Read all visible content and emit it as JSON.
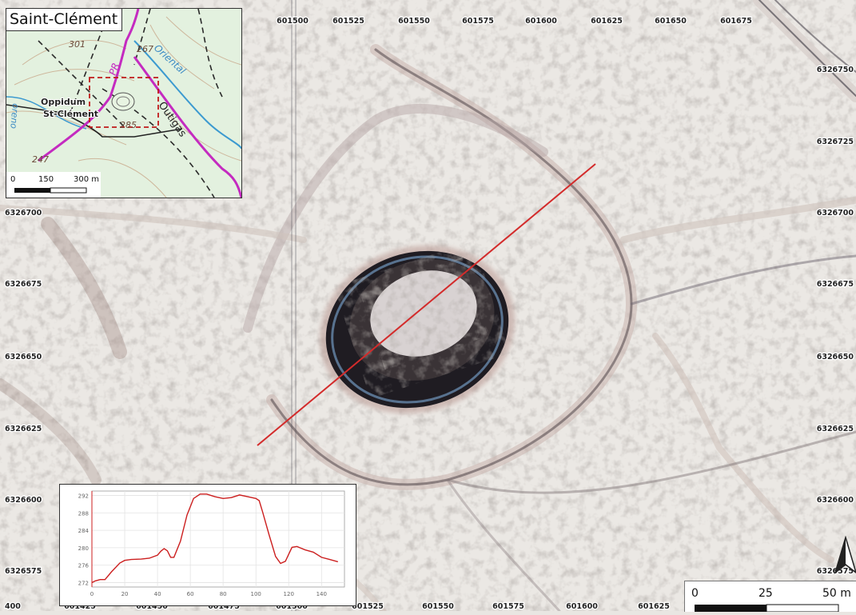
{
  "map": {
    "x_ticks": [
      "400",
      "601425",
      "601450",
      "601475",
      "601500",
      "601525",
      "601550",
      "601575",
      "601600",
      "601625"
    ],
    "top_ticks": [
      "601500",
      "601525",
      "601550",
      "601575",
      "601600",
      "601625",
      "601650",
      "601675"
    ],
    "right_ticks": [
      "6326750",
      "6326725",
      "6326700",
      "6326675",
      "6326650",
      "6326625",
      "6326600",
      "6326575"
    ],
    "left_ticks": [
      "6326700",
      "6326675",
      "6326650",
      "6326625",
      "6326600",
      "6326575"
    ]
  },
  "inset": {
    "title": "Saint-Clément",
    "labels": {
      "peak301": "301",
      "peak267": "267",
      "peak285": "285",
      "peak247": "247",
      "river": "Oriental",
      "road": "Outigas",
      "trail": "PR",
      "creek": "oreno",
      "site_line1": "Oppidum",
      "site_line2": "St-Clément"
    },
    "scale": [
      "0",
      "150",
      "300 m"
    ]
  },
  "profile": {
    "x_ticks": [
      "0",
      "20",
      "40",
      "60",
      "80",
      "100",
      "120",
      "140"
    ],
    "y_ticks": [
      "292",
      "288",
      "284",
      "280",
      "276",
      "272"
    ],
    "line_color": "#cc1f1f",
    "chart_data": {
      "type": "line",
      "xlim": [
        0,
        154
      ],
      "ylim": [
        271,
        293
      ],
      "x": [
        0,
        2,
        5,
        8,
        12,
        17,
        20,
        24,
        30,
        35,
        40,
        42,
        44,
        46,
        48,
        50,
        54,
        58,
        62,
        66,
        70,
        75,
        80,
        85,
        90,
        95,
        100,
        102,
        104,
        108,
        112,
        115,
        118,
        120,
        122,
        125,
        130,
        135,
        140,
        145,
        150
      ],
      "y": [
        272,
        272.4,
        272.7,
        272.7,
        274.5,
        276.5,
        277.1,
        277.3,
        277.4,
        277.6,
        278.3,
        279.2,
        279.8,
        279.3,
        277.8,
        277.8,
        281.5,
        287.5,
        291.3,
        292.3,
        292.3,
        291.7,
        291.3,
        291.5,
        292.1,
        291.7,
        291.3,
        290.8,
        288.3,
        283.0,
        278.0,
        276.4,
        276.9,
        278.5,
        280.1,
        280.3,
        279.5,
        279.0,
        277.8,
        277.3,
        276.8
      ]
    }
  },
  "scale": {
    "labels": [
      "0",
      "25",
      "50 m"
    ]
  }
}
